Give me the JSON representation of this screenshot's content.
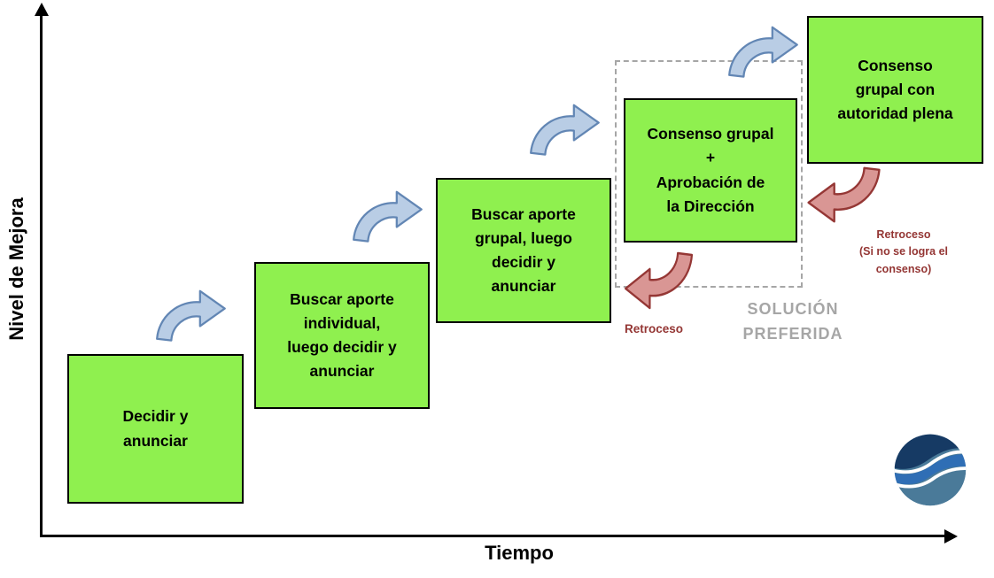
{
  "axes": {
    "y_label": "Nivel de Mejora",
    "x_label": "Tiempo"
  },
  "steps": [
    {
      "label": "Decidir y\nanunciar"
    },
    {
      "label": "Buscar aporte\nindividual,\nluego decidir y\nanunciar"
    },
    {
      "label": "Buscar aporte\ngrupal, luego\ndecidir y\nanunciar"
    },
    {
      "label": "Consenso grupal\n+\nAprobación de\nla Dirección"
    },
    {
      "label": "Consenso\ngrupal con\nautoridad plena"
    }
  ],
  "annotations": {
    "preferred_solution": "SOLUCIÓN\nPREFERIDA",
    "retroceso_short": "Retroceso",
    "retroceso_long": "Retroceso\n(Si no se logra el\nconsenso)"
  },
  "icons": {
    "up_arrow": "curved-up-right-arrow",
    "back_arrow": "curved-down-left-arrow",
    "logo": "blue-sphere-logo"
  },
  "colors": {
    "step_fill": "#8FF04F",
    "step_border": "#000000",
    "up_arrow_fill": "#B9CDE5",
    "up_arrow_border": "#6286B4",
    "back_arrow_fill": "#D99694",
    "back_arrow_border": "#953735",
    "retroceso_text": "#943634",
    "preferred_text": "#A6A6A6",
    "dashed_border": "#A6A6A6",
    "axis": "#000000",
    "logo_dark": "#163A64",
    "logo_blue": "#2F6EB5",
    "logo_steel": "#4A7A99"
  }
}
